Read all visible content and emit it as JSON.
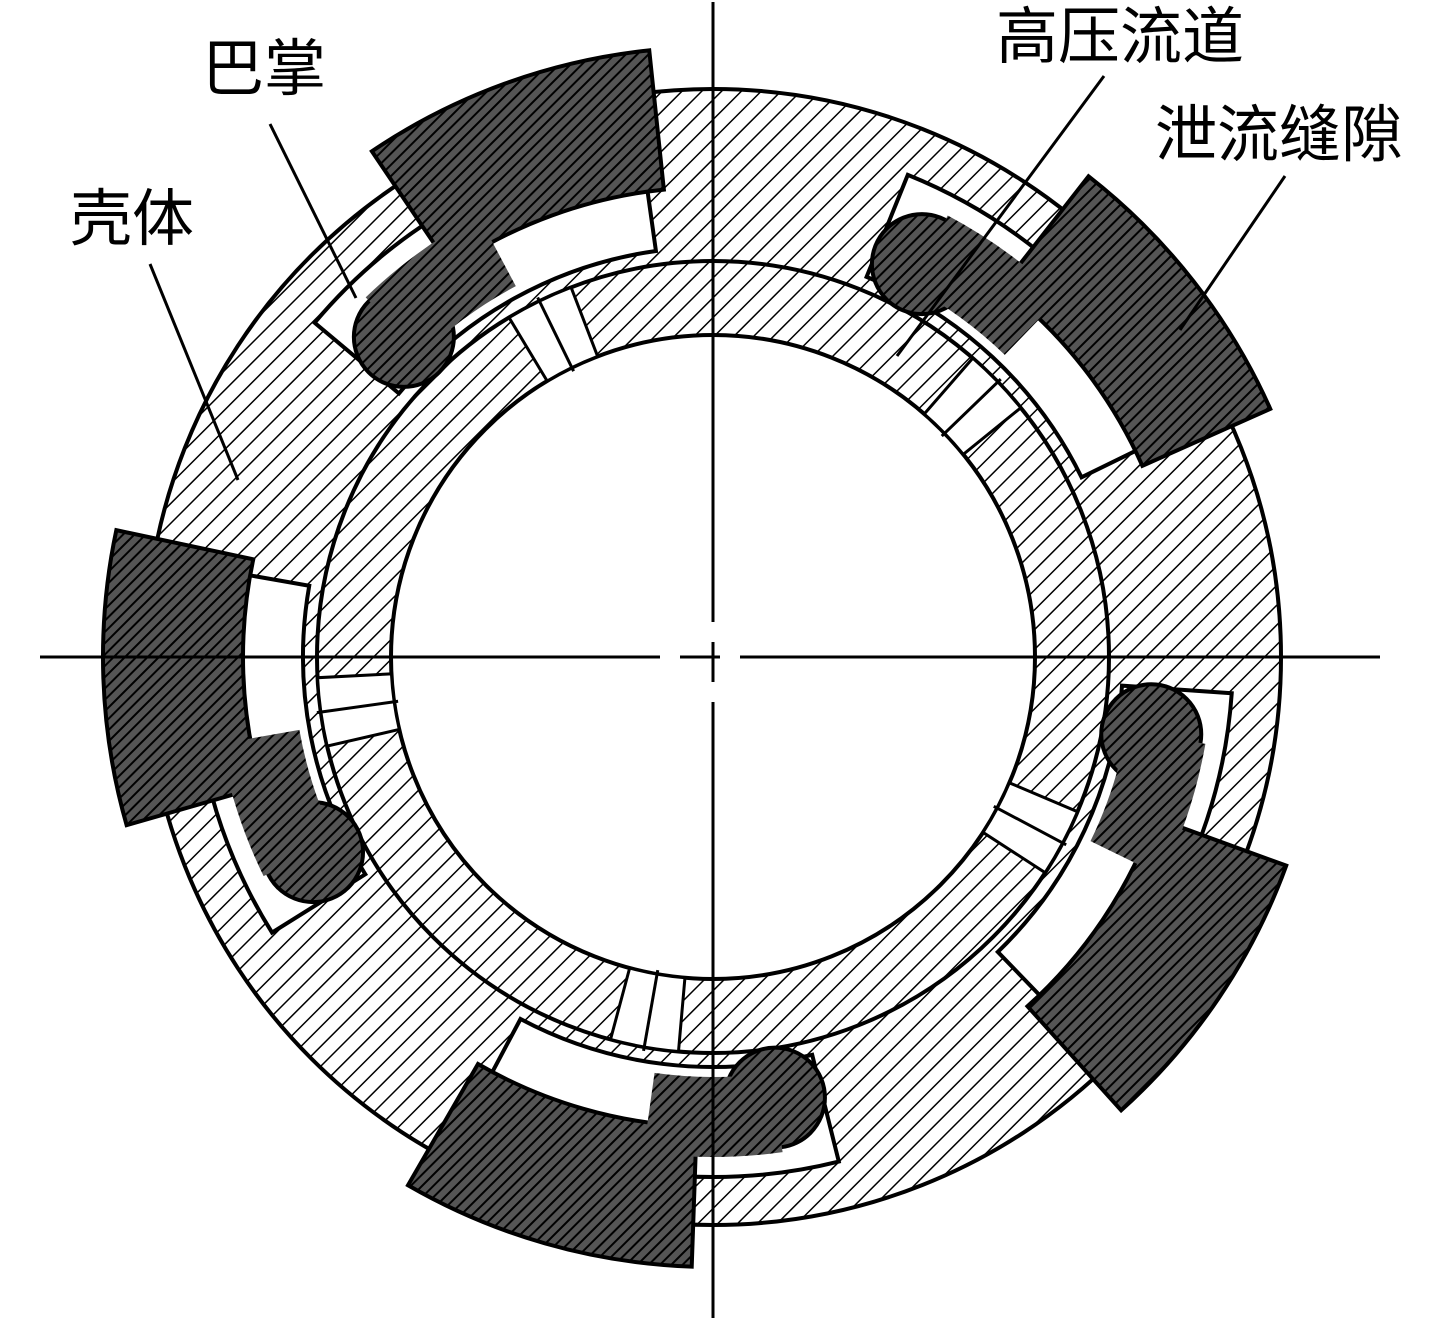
{
  "diagram": {
    "labels": {
      "housing": "壳体",
      "pad": "巴掌",
      "high_pressure_channel": "高压流道",
      "leakage_gap": "泄流缝隙"
    },
    "pad_count": 5,
    "colors": {
      "stroke": "#000000",
      "background": "#ffffff",
      "pad_fill": "#555555"
    }
  }
}
